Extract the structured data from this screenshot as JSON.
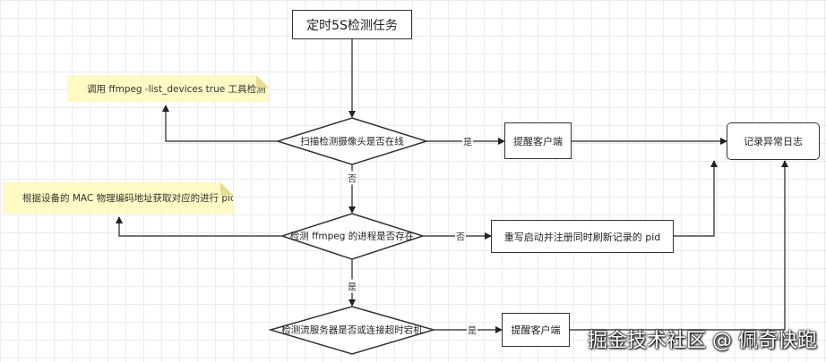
{
  "nodes": {
    "start": "定时5S检测任务",
    "scan_camera": "扫描检测摄像头是否在线",
    "note_ffmpeg": "调用 ffmpeg -list_devices true 工具检测",
    "remind_client_1": "提醒客户端",
    "log_error": "记录异常日志",
    "note_mac": "根据设备的 MAC 物理编码地址获取对应的进行 pid",
    "check_process": "检测 ffmpeg 的进程是否存在",
    "restart": "重写启动并注册同时刷新记录的 pid",
    "check_stream": "检测流服务器是否或连接超时宕机",
    "remind_client_2": "提醒客户端"
  },
  "edges": {
    "scan_yes": "是",
    "scan_no": "否",
    "process_no": "否",
    "process_yes": "是",
    "stream_yes": "是"
  },
  "watermark": "掘金技术社区 @ 佩奇快跑"
}
